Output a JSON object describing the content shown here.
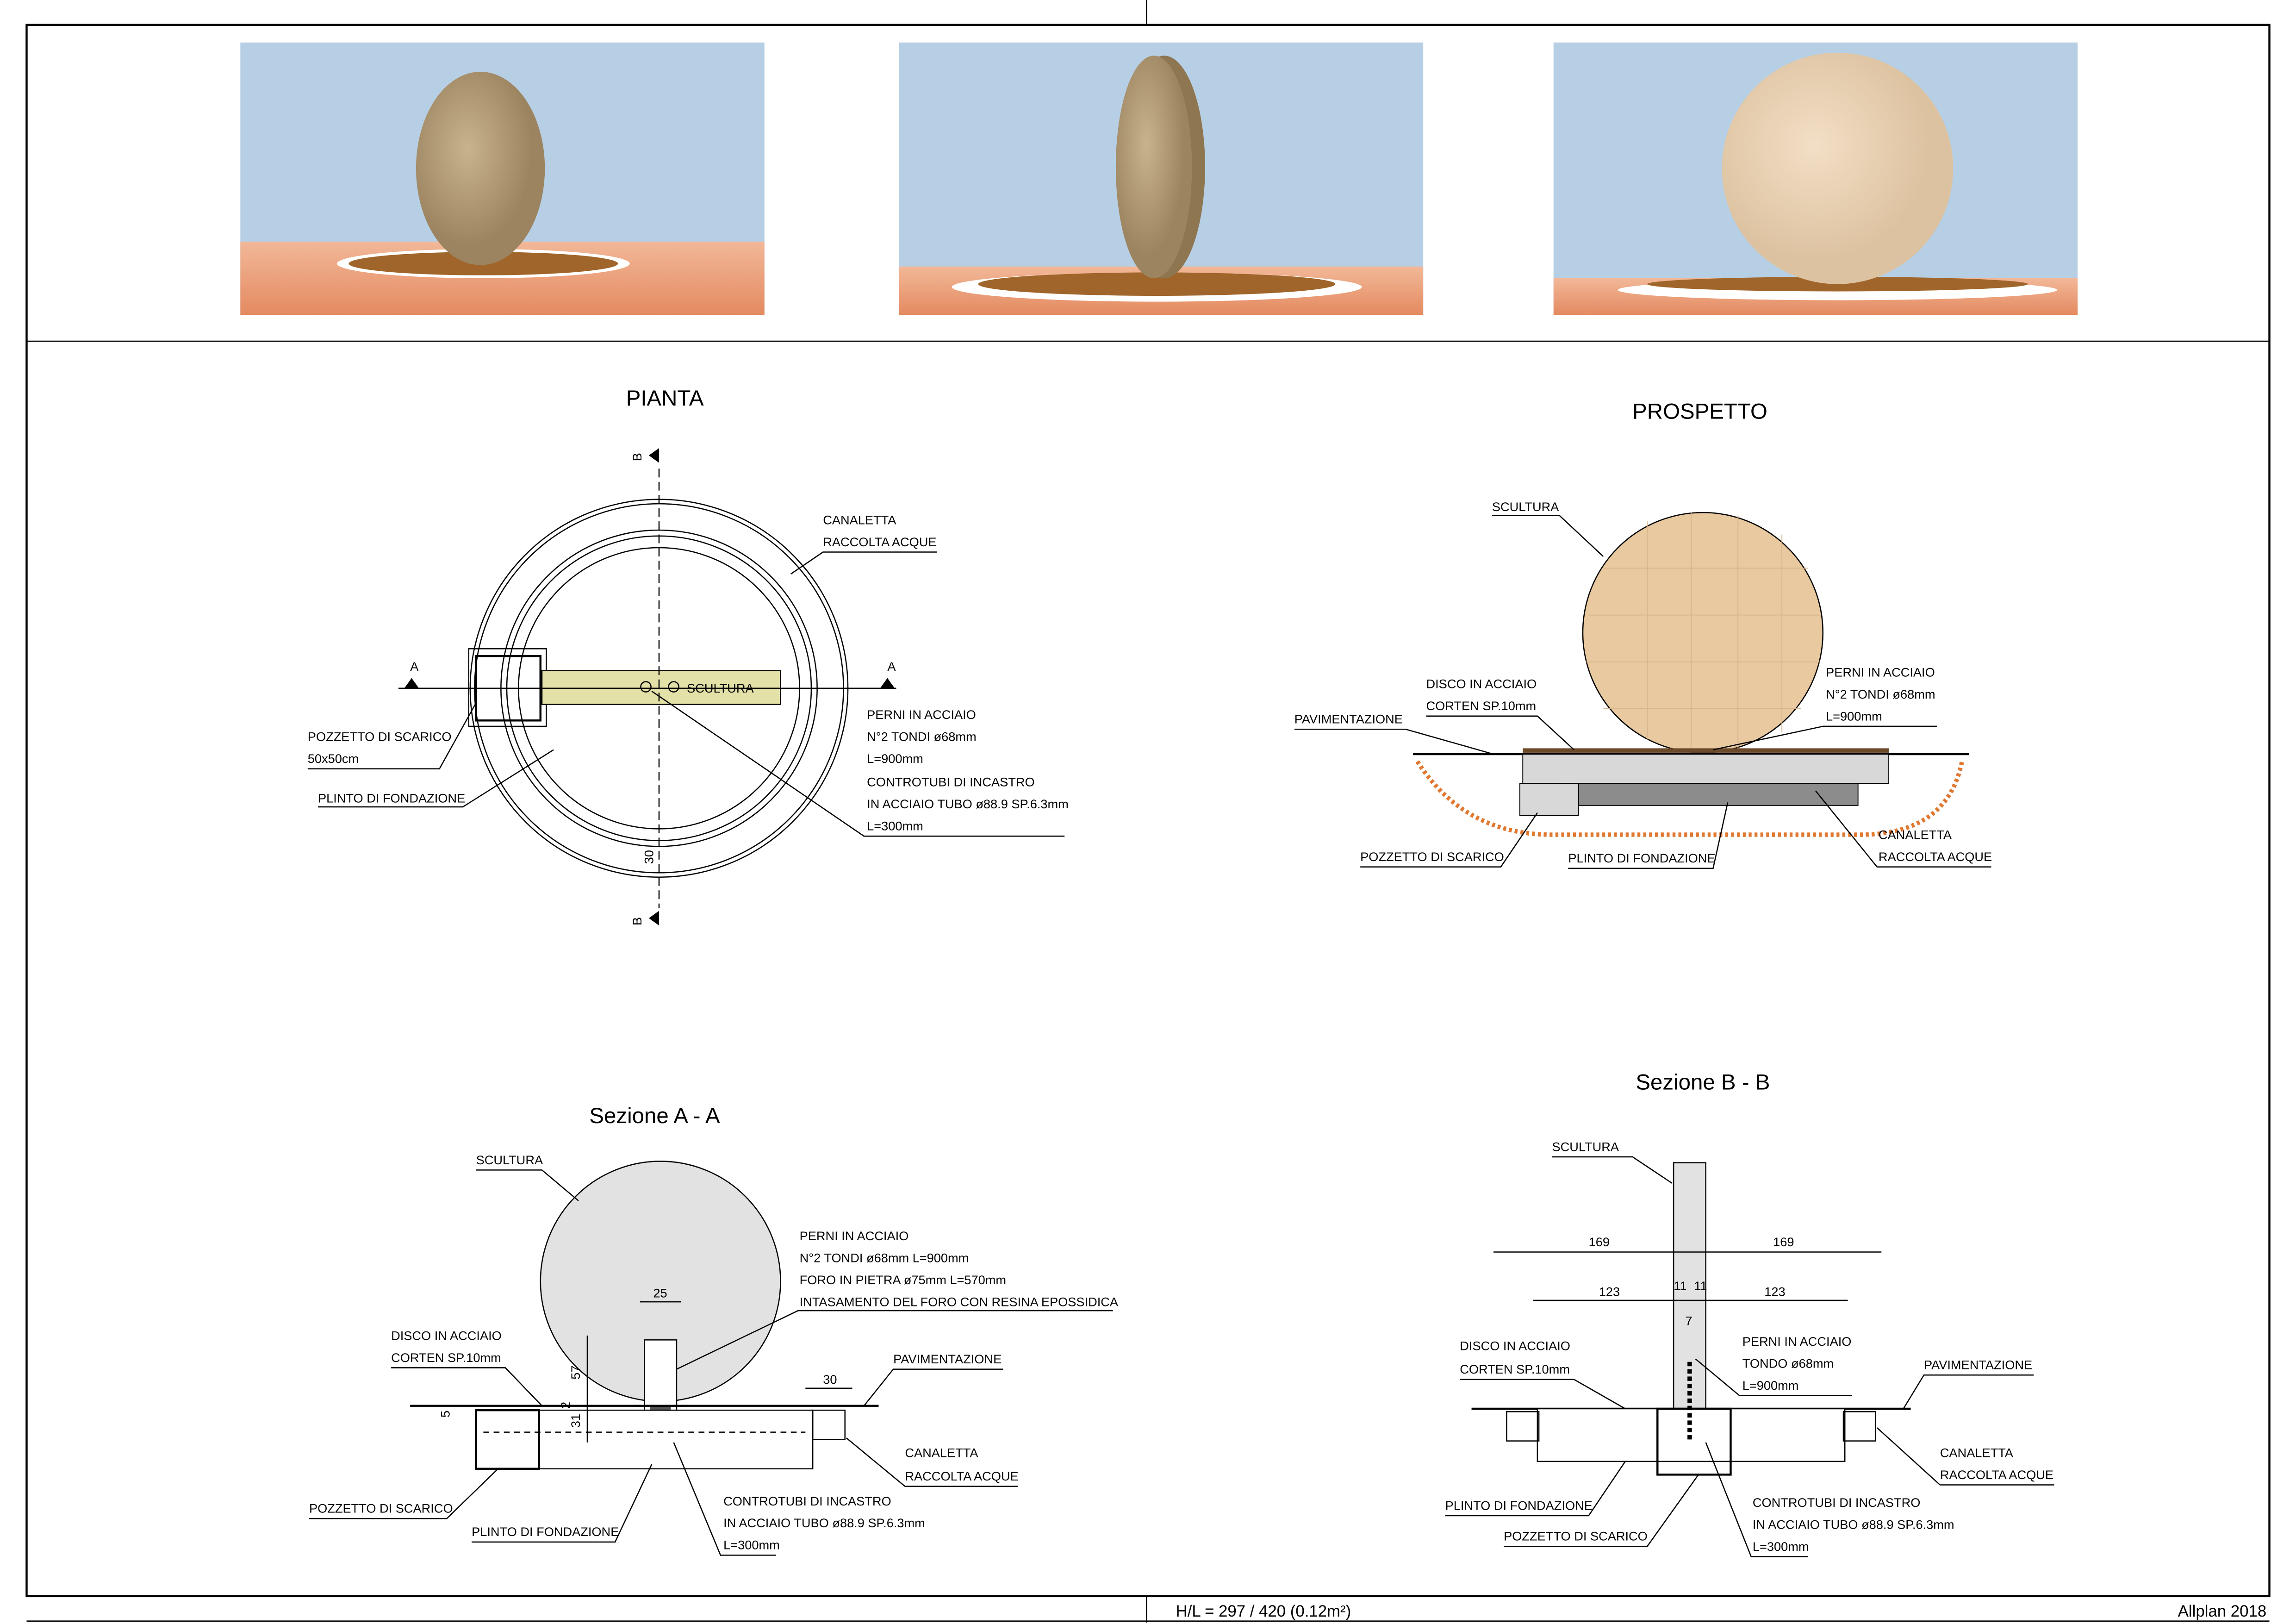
{
  "footer": {
    "scale": "H/L = 297 / 420 (0.12m²)",
    "software": "Allplan 2018"
  },
  "colors": {
    "sky": "#b7cfe4",
    "floor": "#e9a27a",
    "sculpture": "#b8a07a",
    "corten": "#a0652a",
    "fill_gray": "#e2e2e2",
    "plinth_yellow": "#e3e0a8"
  },
  "renders": [
    "render-front-view",
    "render-side-view",
    "render-front-closeup"
  ],
  "pianta": {
    "title": "PIANTA",
    "section_a": "A",
    "section_b": "B",
    "canaletta": [
      "CANALETTA",
      "RACCOLTA ACQUE"
    ],
    "scultura": "SCULTURA",
    "pozzetto": [
      "POZZETTO DI SCARICO",
      "50x50cm"
    ],
    "plinto": "PLINTO DI FONDAZIONE",
    "perni": [
      "PERNI IN ACCIAIO",
      "N°2 TONDI ø68mm",
      "L=900mm",
      "CONTROTUBI DI INCASTRO",
      "IN ACCIAIO TUBO ø88.9 SP.6.3mm",
      "L=300mm"
    ],
    "dim": "30"
  },
  "prospetto": {
    "title": "PROSPETTO",
    "scultura": "SCULTURA",
    "disco": [
      "DISCO IN ACCIAIO",
      "CORTEN SP.10mm"
    ],
    "perni": [
      "PERNI IN ACCIAIO",
      "N°2 TONDI ø68mm",
      "L=900mm"
    ],
    "pavimentazione": "PAVIMENTAZIONE",
    "pozzetto": "POZZETTO DI SCARICO",
    "plinto": "PLINTO DI FONDAZIONE",
    "canaletta": [
      "CANALETTA",
      "RACCOLTA ACQUE"
    ]
  },
  "sez_a": {
    "title": "Sezione A - A",
    "scultura": "SCULTURA",
    "perni": [
      "PERNI IN ACCIAIO",
      "N°2 TONDI ø68mm L=900mm",
      "FORO IN PIETRA ø75mm L=570mm",
      "INTASAMENTO DEL FORO CON RESINA EPOSSIDICA"
    ],
    "disco": [
      "DISCO IN ACCIAIO",
      "CORTEN SP.10mm"
    ],
    "pavimentazione": "PAVIMENTAZIONE",
    "canaletta": [
      "CANALETTA",
      "RACCOLTA ACQUE"
    ],
    "pozzetto": "POZZETTO DI SCARICO",
    "plinto": "PLINTO DI FONDAZIONE",
    "controtubi": [
      "CONTROTUBI DI INCASTRO",
      "IN ACCIAIO TUBO ø88.9 SP.6.3mm",
      "L=300mm"
    ],
    "dims": [
      "25",
      "57",
      "2",
      "31",
      "5",
      "30"
    ]
  },
  "sez_b": {
    "title": "Sezione B - B",
    "scultura": "SCULTURA",
    "dims": [
      "169",
      "169",
      "123",
      "11",
      "11",
      "123",
      "7"
    ],
    "disco": [
      "DISCO IN ACCIAIO",
      "CORTEN SP.10mm"
    ],
    "perni": [
      "PERNI IN ACCIAIO",
      "TONDO ø68mm",
      "L=900mm"
    ],
    "pavimentazione": "PAVIMENTAZIONE",
    "canaletta": [
      "CANALETTA",
      "RACCOLTA ACQUE"
    ],
    "plinto": "PLINTO DI FONDAZIONE",
    "pozzetto": "POZZETTO DI SCARICO",
    "controtubi": [
      "CONTROTUBI DI INCASTRO",
      "IN ACCIAIO TUBO ø88.9 SP.6.3mm",
      "L=300mm"
    ]
  }
}
